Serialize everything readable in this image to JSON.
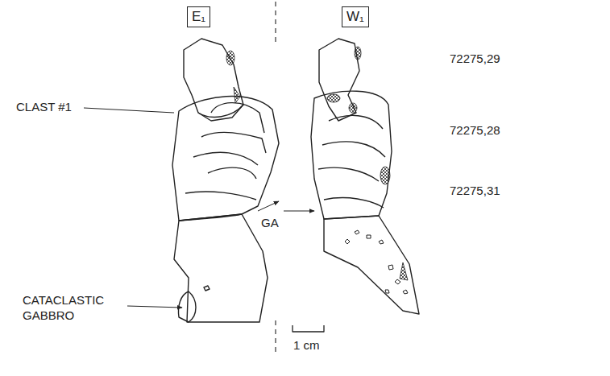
{
  "diagram": {
    "nodes": [
      {
        "text": [
          "E₁"
        ]
      },
      {
        "text": [
          "W₁"
        ]
      }
    ],
    "labels": [
      "CLAST #1",
      "GA",
      "CATACLASTIC GABBRO",
      "72275,29",
      "72275,28",
      "72275,31",
      "1 cm"
    ]
  }
}
